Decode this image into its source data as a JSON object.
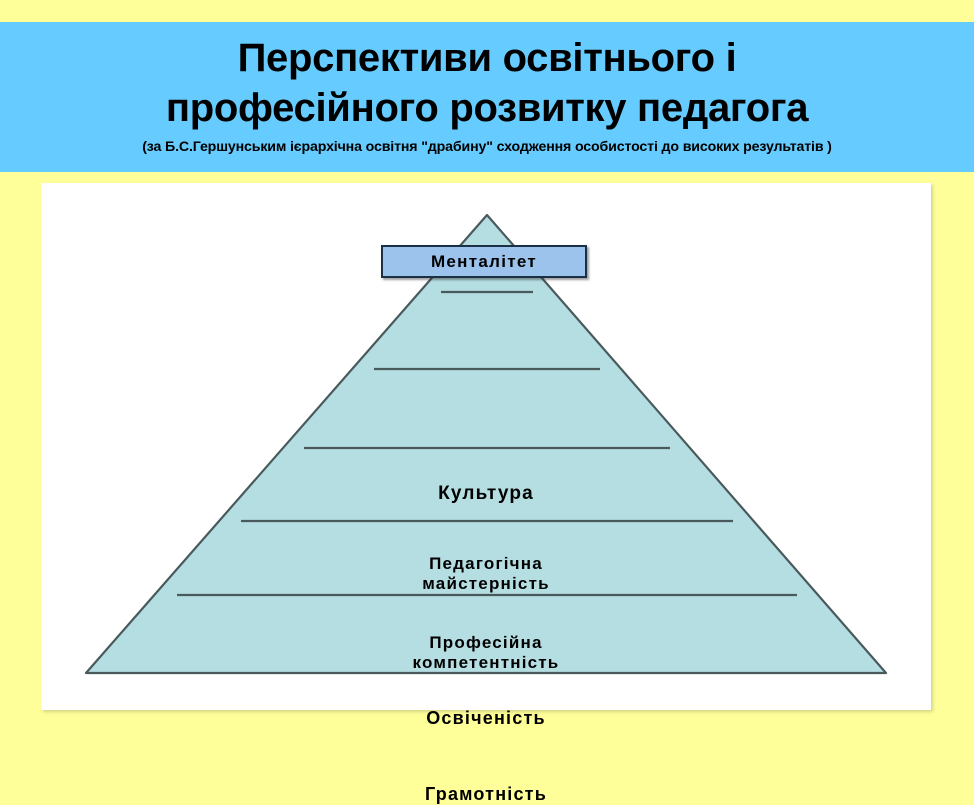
{
  "header": {
    "title_line_1": "Перспективи освітнього і",
    "title_line_2": "професійного розвитку педагога",
    "subtitle": "(за Б.С.Гершунським ієрархічна освітня \"драбину\" сходження особистості до високих результатів )",
    "background_color": "#66ccff"
  },
  "page": {
    "background_color": "#ffff99",
    "panel_color": "#ffffff"
  },
  "pyramid": {
    "fill_color": "#b5dee2",
    "stroke_color": "#4a5a5c",
    "callout": {
      "label": "Менталітет",
      "fill_color": "#9cc3eb",
      "border_color": "#1b2f45"
    },
    "tiers": [
      {
        "label": "Культура"
      },
      {
        "label_line_1": "Педагогічна",
        "label_line_2": "майстерність"
      },
      {
        "label_line_1": "Професійна",
        "label_line_2": "компетентність"
      },
      {
        "label": "Освіченість"
      },
      {
        "label": "Грамотність"
      }
    ]
  }
}
